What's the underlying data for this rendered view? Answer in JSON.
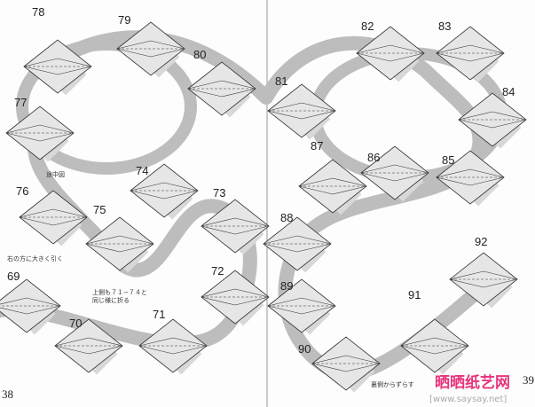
{
  "pages": {
    "left_number": "38",
    "right_number": "39"
  },
  "steps": [
    "78",
    "79",
    "80",
    "81",
    "82",
    "83",
    "84",
    "77",
    "87",
    "86",
    "85",
    "76",
    "74",
    "73",
    "75",
    "88",
    "72",
    "92",
    "69",
    "89",
    "91",
    "70",
    "71",
    "90"
  ],
  "notes": {
    "in_progress": "途中図",
    "pull_right": "右の方に大きく引く",
    "fold_upper_line1": "上側も７１−７４と",
    "fold_upper_line2": "同じ様に折る",
    "shift_from_back": "裏側からずらす"
  },
  "watermark": {
    "title": "晒晒纸艺网",
    "url": "[www.saysay.net]",
    "title_color": "#e8347c",
    "url_color": "#aaaaaa"
  },
  "colors": {
    "band": "#bdbdbd",
    "paper": "#e6e6e6",
    "line": "#333333"
  }
}
